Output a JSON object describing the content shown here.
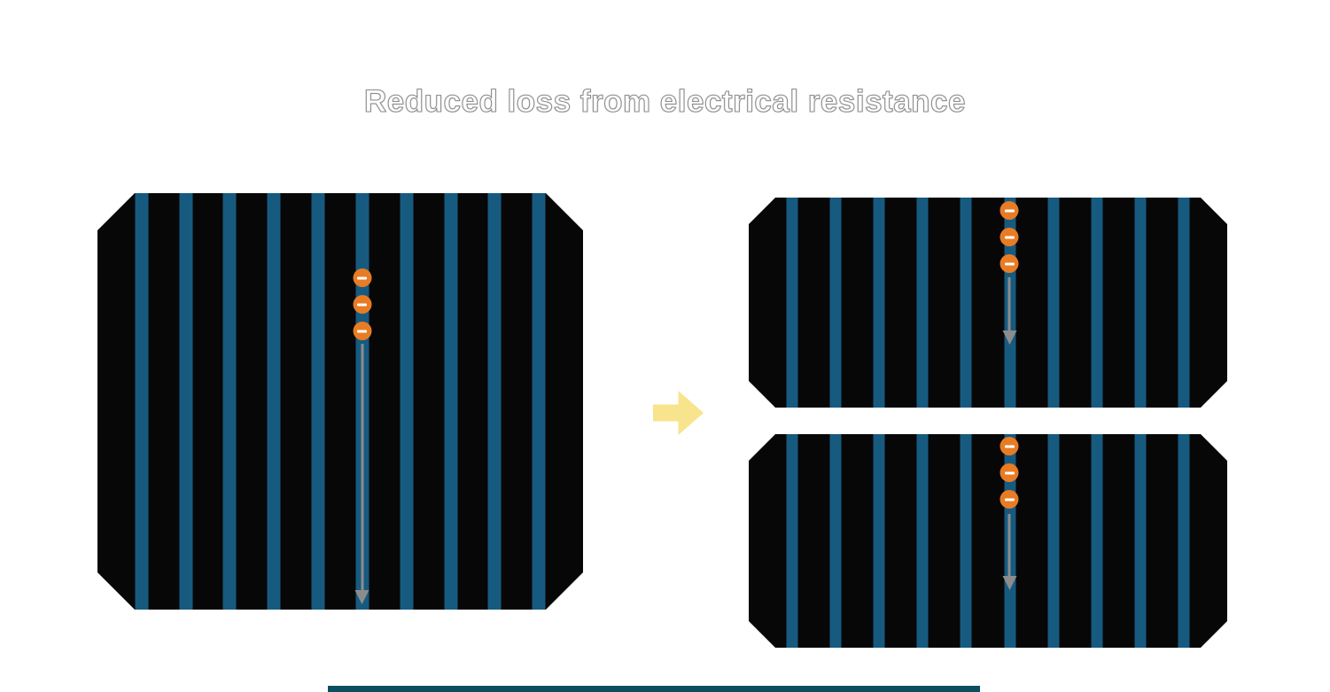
{
  "title": "Reduced loss from electrical resistance",
  "colors": {
    "page_bg": "#ffffff",
    "title_fill": "#ffffff",
    "title_outline": "#8f8f8f",
    "cell_body": "#070707",
    "busbar_stripe": "#175a80",
    "electron": "#e87c24",
    "electron_dash": "#ffffff",
    "flow_arrow": "#8c8c8c",
    "transition_arrow": "#f8e48c",
    "bottom_strip": "#0a4f5f"
  },
  "cells": {
    "full": {
      "stripe_count": 10,
      "electron_count": 3
    },
    "half_top": {
      "stripe_count": 10,
      "electron_count": 3
    },
    "half_bottom": {
      "stripe_count": 10,
      "electron_count": 3
    }
  }
}
